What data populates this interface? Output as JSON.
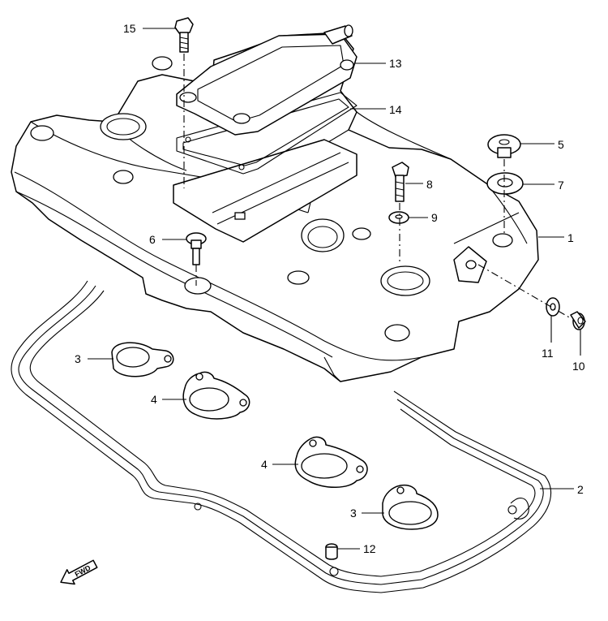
{
  "callouts": [
    {
      "id": "c15",
      "label": "15"
    },
    {
      "id": "c13",
      "label": "13"
    },
    {
      "id": "c14",
      "label": "14"
    },
    {
      "id": "c5",
      "label": "5"
    },
    {
      "id": "c7",
      "label": "7"
    },
    {
      "id": "c8",
      "label": "8"
    },
    {
      "id": "c9",
      "label": "9"
    },
    {
      "id": "c1",
      "label": "1"
    },
    {
      "id": "c6",
      "label": "6"
    },
    {
      "id": "c11",
      "label": "11"
    },
    {
      "id": "c10",
      "label": "10"
    },
    {
      "id": "c3a",
      "label": "3"
    },
    {
      "id": "c4a",
      "label": "4"
    },
    {
      "id": "c4b",
      "label": "4"
    },
    {
      "id": "c2",
      "label": "2"
    },
    {
      "id": "c3b",
      "label": "3"
    },
    {
      "id": "c12",
      "label": "12"
    }
  ],
  "fwd_mark": {
    "label": "FWD"
  }
}
